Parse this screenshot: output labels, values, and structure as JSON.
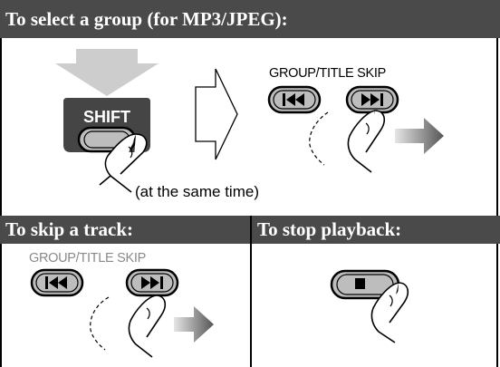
{
  "sections": {
    "group": {
      "heading": "To select a group (for MP3/JPEG):",
      "button_label": "GROUP/TITLE SKIP",
      "shift_label": "SHIFT",
      "caption": "(at the same time)",
      "icons": [
        "arrow-down-icon",
        "shift-key-icon",
        "finger-icon",
        "next-arrow-icon",
        "skip-back-icon",
        "skip-forward-icon",
        "right-arrow-icon"
      ]
    },
    "skip": {
      "heading": "To skip a track:",
      "button_label": "GROUP/TITLE SKIP",
      "icons": [
        "skip-back-icon",
        "skip-forward-icon",
        "finger-icon",
        "right-arrow-icon"
      ]
    },
    "stop": {
      "heading": "To stop playback:",
      "icons": [
        "stop-button-icon",
        "finger-icon"
      ]
    }
  },
  "colors": {
    "header_bg": "#4a4a4a",
    "header_text": "#ffffff",
    "button_fill": "#bdbdbd",
    "arrow_gray": "#c8c8c8",
    "muted_label": "#8a8a8a"
  }
}
